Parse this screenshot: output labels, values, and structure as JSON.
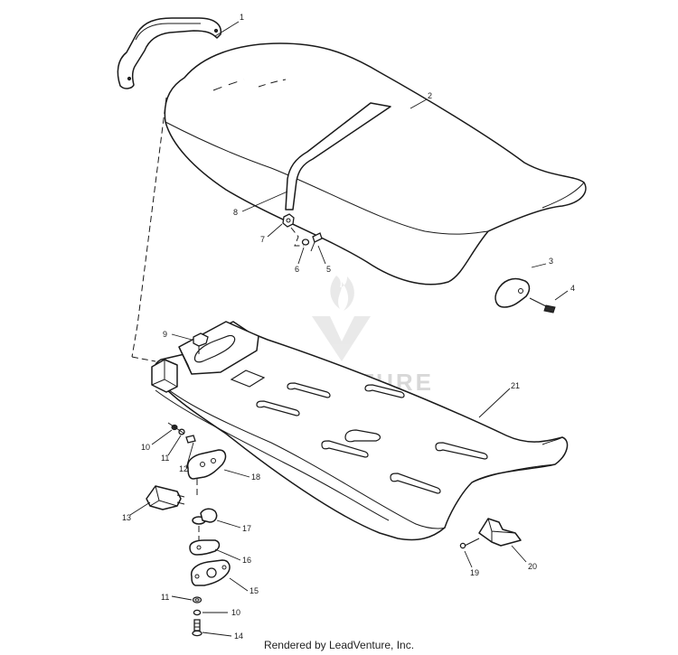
{
  "watermark": "LEADVENTURE",
  "footer": "Rendered by LeadVenture, Inc.",
  "callouts": {
    "c1": "1",
    "c2": "2",
    "c3": "3",
    "c4": "4",
    "c5": "5",
    "c6": "6",
    "c7": "7",
    "c8": "8",
    "c9": "9",
    "c10a": "10",
    "c10b": "10",
    "c11a": "11",
    "c11b": "11",
    "c12": "12",
    "c13": "13",
    "c14": "14",
    "c15": "15",
    "c16": "16",
    "c17": "17",
    "c18": "18",
    "c19": "19",
    "c20": "20",
    "c21": "21"
  }
}
